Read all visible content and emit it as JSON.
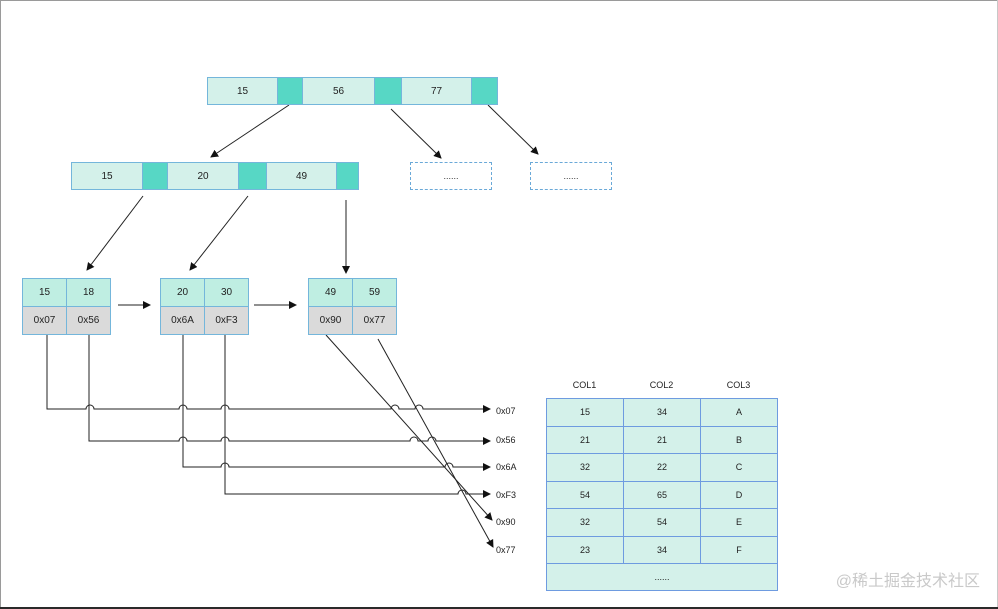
{
  "root_node": {
    "keys": [
      "15",
      "56",
      "77"
    ]
  },
  "level2_node": {
    "keys": [
      "15",
      "20",
      "49"
    ]
  },
  "placeholder_nodes": [
    "......",
    "......"
  ],
  "leaves": [
    {
      "keys": [
        "15",
        "18"
      ],
      "addrs": [
        "0x07",
        "0x56"
      ]
    },
    {
      "keys": [
        "20",
        "30"
      ],
      "addrs": [
        "0x6A",
        "0xF3"
      ]
    },
    {
      "keys": [
        "49",
        "59"
      ],
      "addrs": [
        "0x90",
        "0x77"
      ]
    }
  ],
  "address_labels": [
    "0x07",
    "0x56",
    "0x6A",
    "0xF3",
    "0x90",
    "0x77"
  ],
  "table": {
    "headers": [
      "COL1",
      "COL2",
      "COL3"
    ],
    "rows": [
      [
        "15",
        "34",
        "A"
      ],
      [
        "21",
        "21",
        "B"
      ],
      [
        "32",
        "22",
        "C"
      ],
      [
        "54",
        "65",
        "D"
      ],
      [
        "32",
        "54",
        "E"
      ],
      [
        "23",
        "34",
        "F"
      ]
    ],
    "footer": "......"
  },
  "watermark": "@稀土掘金技术社区",
  "colors": {
    "key_fill": "#d4f1ea",
    "pointer_fill": "#57d7c5",
    "address_fill": "#dadada",
    "border": "#74b6db"
  }
}
